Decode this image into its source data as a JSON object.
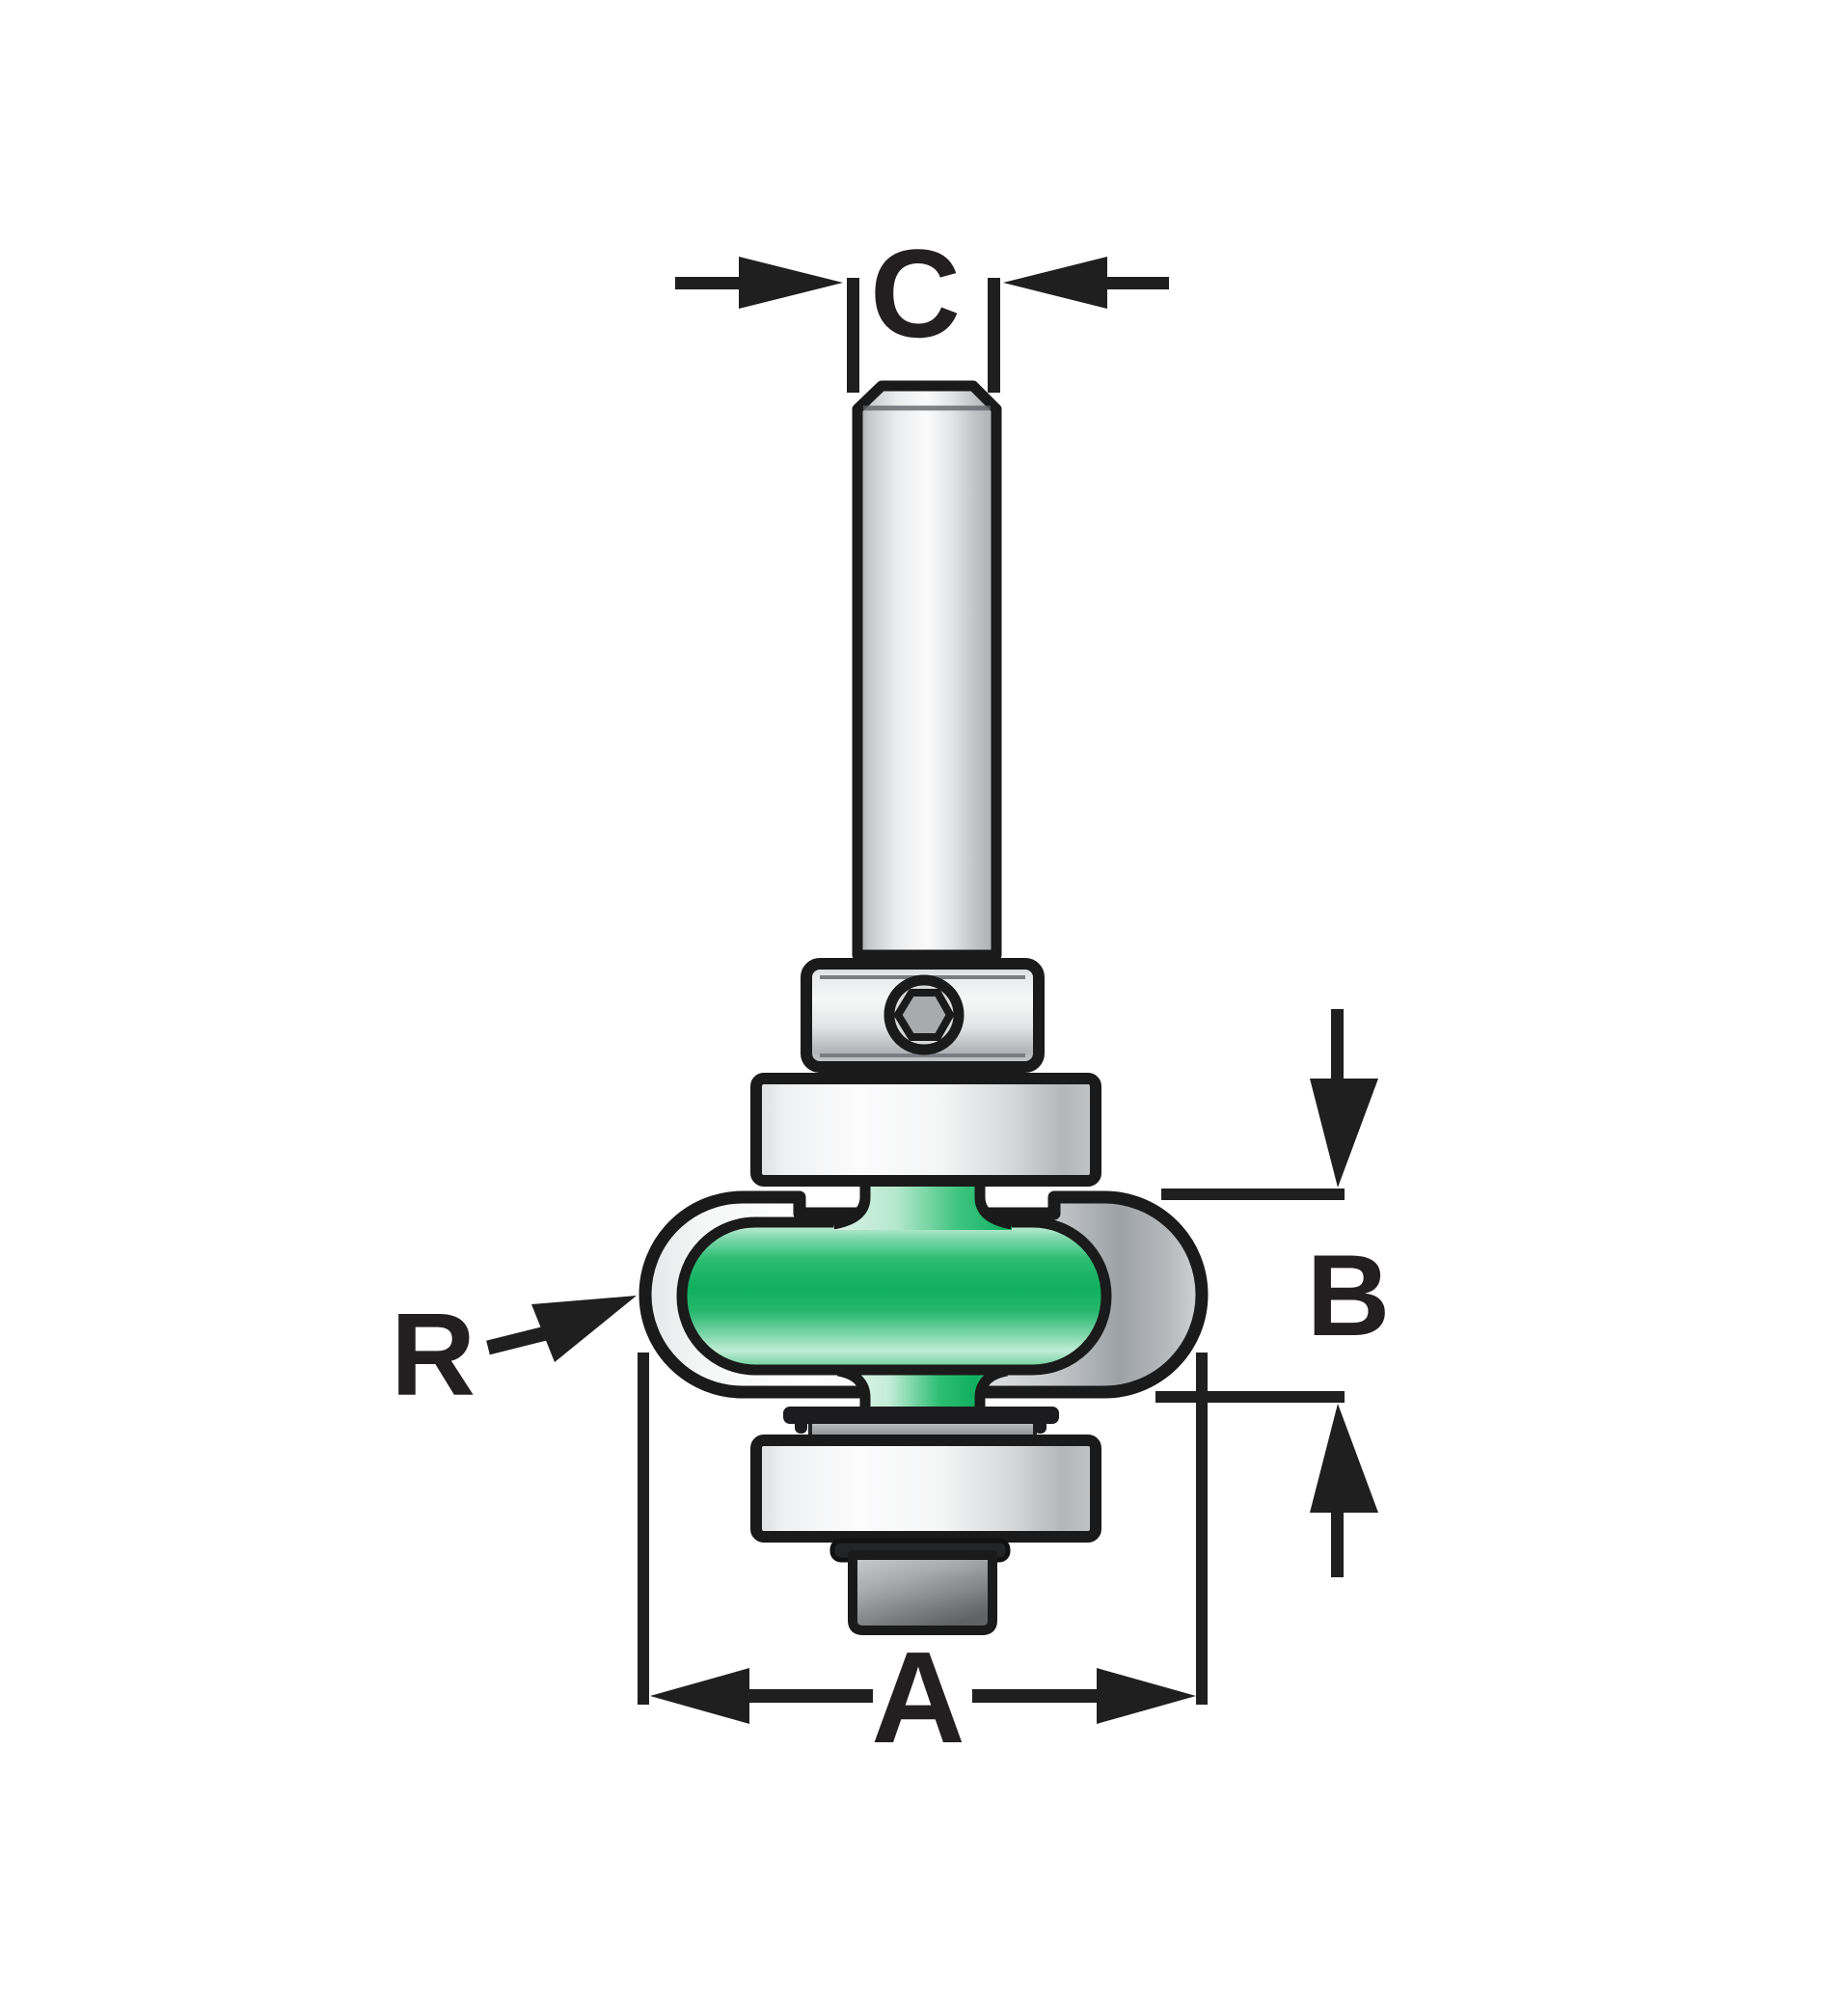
{
  "title": "Router bit dimension diagram",
  "labels": {
    "shank_diameter": "C",
    "cut_height": "B",
    "overall_diameter": "A",
    "radius": "R"
  },
  "colors": {
    "background": "#ffffff",
    "outline": "#1a1a1a",
    "label_ink": "#231f20",
    "green_dark": "#10af5f",
    "green_mid": "#2cbd71",
    "green_light": "#d8f2e4",
    "metal_light": "#fbfbfc",
    "metal_mid": "#c6c9cb",
    "metal_dark": "#9da2a6",
    "hardware_dark": "#1c1c1e"
  },
  "parts": {
    "shank": "shank",
    "collar": "lock-collar",
    "set_screw": "hex-set-screw",
    "upper_bearing": "top-bearing",
    "cutter_flange": "cutter-flange",
    "cutter_edge": "carbide-cutting-edge",
    "washer": "washer",
    "spacer": "spacer",
    "lower_bearing": "pilot-bearing",
    "arbor_nut": "arbor-nut"
  }
}
